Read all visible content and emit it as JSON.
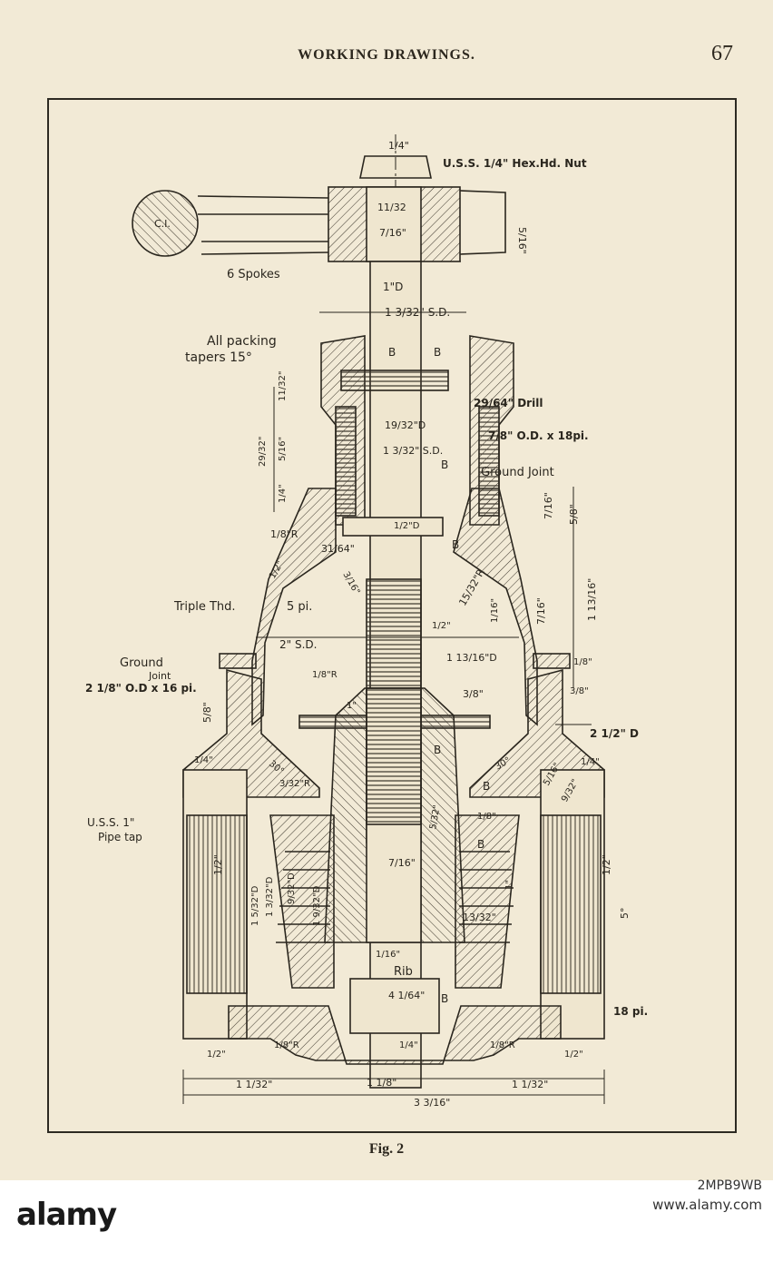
{
  "header": {
    "title": "WORKING DRAWINGS.",
    "page_number": "67"
  },
  "caption": "Fig. 2",
  "drawing": {
    "labels": [
      {
        "id": "hex-nut",
        "text": "U.S.S. 1/4\" Hex.Hd. Nut"
      },
      {
        "id": "stem-top",
        "text": "1/4\""
      },
      {
        "id": "ci",
        "text": "C.I."
      },
      {
        "id": "hub-11-32",
        "text": "11/32"
      },
      {
        "id": "hub-7-16",
        "text": "7/16\""
      },
      {
        "id": "hub-5-16",
        "text": "5/16\""
      },
      {
        "id": "spokes",
        "text": "6 Spokes"
      },
      {
        "id": "one-d",
        "text": "1\"D"
      },
      {
        "id": "sd-1-3-32-a",
        "text": "1 3/32\" S.D."
      },
      {
        "id": "packing-1",
        "text": "All packing"
      },
      {
        "id": "packing-2",
        "text": "tapers 15°"
      },
      {
        "id": "b-1",
        "text": "B"
      },
      {
        "id": "b-2",
        "text": "B"
      },
      {
        "id": "drill",
        "text": "29/64\" Drill"
      },
      {
        "id": "d-19-32",
        "text": "19/32\"D"
      },
      {
        "id": "sd-1-3-32-b",
        "text": "1 3/32\" S.D."
      },
      {
        "id": "od-7-8",
        "text": "7/8\" O.D. x 18pi."
      },
      {
        "id": "v-11-32",
        "text": "11/32\""
      },
      {
        "id": "v-29-32",
        "text": "29/32\""
      },
      {
        "id": "v-5-16",
        "text": "5/16\""
      },
      {
        "id": "v-1-4",
        "text": "1/4\""
      },
      {
        "id": "b-3",
        "text": "B"
      },
      {
        "id": "ground-joint-top",
        "text": "Ground Joint"
      },
      {
        "id": "d-1-2-a",
        "text": "1/2\"D"
      },
      {
        "id": "r-1-8-a",
        "text": "1/8\"R"
      },
      {
        "id": "f-31-64",
        "text": "31/64\""
      },
      {
        "id": "b-4",
        "text": "B"
      },
      {
        "id": "v-7-16-a",
        "text": "7/16\""
      },
      {
        "id": "v-5-8-a",
        "text": "5/8\""
      },
      {
        "id": "dim-1-2-diag",
        "text": "1/2\""
      },
      {
        "id": "dim-3-16",
        "text": "3/16\""
      },
      {
        "id": "r-15-32",
        "text": "15/32\"R"
      },
      {
        "id": "triple",
        "text": "Triple Thd."
      },
      {
        "id": "pitch-5",
        "text": "5 pi."
      },
      {
        "id": "dim-1-2-b",
        "text": "1/2\""
      },
      {
        "id": "v-1-16",
        "text": "1/16\""
      },
      {
        "id": "v-7-16-b",
        "text": "7/16\""
      },
      {
        "id": "v-1-13-16",
        "text": "1 13/16\""
      },
      {
        "id": "sd-2",
        "text": "2\" S.D."
      },
      {
        "id": "d-1-13-16",
        "text": "1 13/16\"D"
      },
      {
        "id": "gj-1",
        "text": "Ground"
      },
      {
        "id": "gj-2",
        "text": "Joint"
      },
      {
        "id": "od-2-1-8",
        "text": "2 1/8\" O.D x 16 pi."
      },
      {
        "id": "r-1-8-b",
        "text": "1/8\"R"
      },
      {
        "id": "h-1-8",
        "text": "1/8\""
      },
      {
        "id": "h-3-8",
        "text": "3/8\""
      },
      {
        "id": "v-5-8-b",
        "text": "5/8\""
      },
      {
        "id": "one-in",
        "text": "1\""
      },
      {
        "id": "v-3-8",
        "text": "3/8\""
      },
      {
        "id": "d-2-1-2",
        "text": "2 1/2\" D"
      },
      {
        "id": "dim-1-4-l",
        "text": "1/4\""
      },
      {
        "id": "dim-1-4-r",
        "text": "1/4\""
      },
      {
        "id": "deg-30-l",
        "text": "30°"
      },
      {
        "id": "deg-30-r",
        "text": "30°"
      },
      {
        "id": "r-3-32",
        "text": "3/32\"R"
      },
      {
        "id": "f-9-32",
        "text": "9/32\""
      },
      {
        "id": "f-5-16",
        "text": "5/16\""
      },
      {
        "id": "b-5",
        "text": "B"
      },
      {
        "id": "b-6",
        "text": "B"
      },
      {
        "id": "b-7",
        "text": "B"
      },
      {
        "id": "uss-1",
        "text": "U.S.S. 1\""
      },
      {
        "id": "uss-2",
        "text": "Pipe tap"
      },
      {
        "id": "dim-1-8-wedge",
        "text": "1/8\""
      },
      {
        "id": "dim-5-32",
        "text": "5/32\""
      },
      {
        "id": "dim-1-2-l",
        "text": "1/2\""
      },
      {
        "id": "dim-1-2-r",
        "text": "1/2\""
      },
      {
        "id": "d-1-5-32",
        "text": "1 5/32\"D"
      },
      {
        "id": "d-1-3-32-v",
        "text": "1 3/32\"D"
      },
      {
        "id": "d-9-32-v",
        "text": "9/32\"D"
      },
      {
        "id": "d-1-9-32-v",
        "text": "1 9/32\"D"
      },
      {
        "id": "v-7-16-c",
        "text": "7/16\""
      },
      {
        "id": "dim-1-in",
        "text": "1\""
      },
      {
        "id": "f-13-32",
        "text": "13/32\""
      },
      {
        "id": "deg-5",
        "text": "5°"
      },
      {
        "id": "dim-1-16",
        "text": "1/16\""
      },
      {
        "id": "rib",
        "text": "Rib"
      },
      {
        "id": "f-4-1-64",
        "text": "4 1/64\""
      },
      {
        "id": "b-8",
        "text": "B"
      },
      {
        "id": "pi-18",
        "text": "18 pi."
      },
      {
        "id": "b-1-2-l",
        "text": "1/2\""
      },
      {
        "id": "b-1-8-r1",
        "text": "1/8\"R"
      },
      {
        "id": "b-1-4",
        "text": "1/4\""
      },
      {
        "id": "b-1-8-r2",
        "text": "1/8\"R"
      },
      {
        "id": "b-1-2-r",
        "text": "1/2\""
      },
      {
        "id": "bot-1-1-32-l",
        "text": "1 1/32\""
      },
      {
        "id": "bot-1-1-8",
        "text": "1 1/8\""
      },
      {
        "id": "bot-1-1-32-r",
        "text": "1 1/32\""
      },
      {
        "id": "bot-3-3-16",
        "text": "3 3/16\""
      }
    ]
  },
  "watermark": {
    "logo": "alamy",
    "image_id": "2MPB9WB",
    "url": "www.alamy.com"
  }
}
